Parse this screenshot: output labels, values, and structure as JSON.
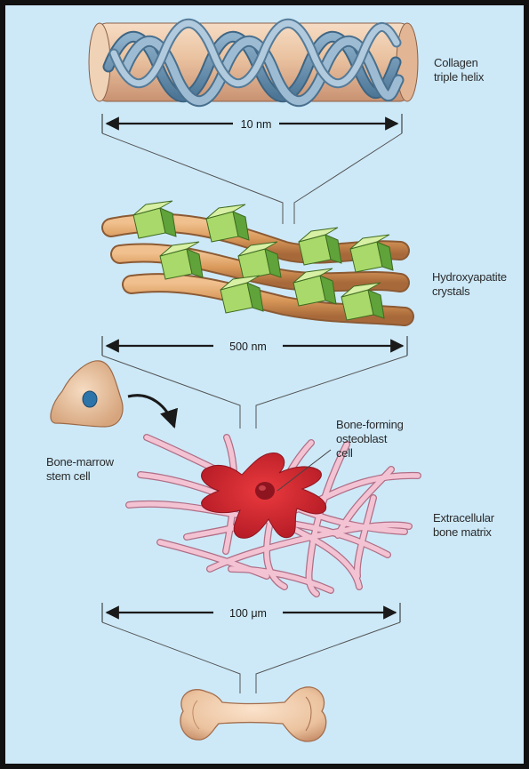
{
  "labels": {
    "collagen_line1": "Collagen",
    "collagen_line2": "triple helix",
    "hydroxy_line1": "Hydroxyapatite",
    "hydroxy_line2": "crystals",
    "osteoblast_line1": "Bone-forming",
    "osteoblast_line2": "osteoblast",
    "osteoblast_line3": "cell",
    "stem_line1": "Bone-marrow",
    "stem_line2": "stem cell",
    "matrix_line1": "Extracellular",
    "matrix_line2": "bone matrix"
  },
  "scale_bars": {
    "helix": "10 nm",
    "crystals": "500 nm",
    "matrix": "100 μm"
  },
  "colors": {
    "background": "#cde9f8",
    "border": "#111111",
    "collagen_fiber": "#d9995a",
    "crystal": "#a9d96a",
    "matrix_fiber": "#f0b8cb",
    "osteoblast": "#d8262e",
    "bone": "#efc8a4"
  }
}
